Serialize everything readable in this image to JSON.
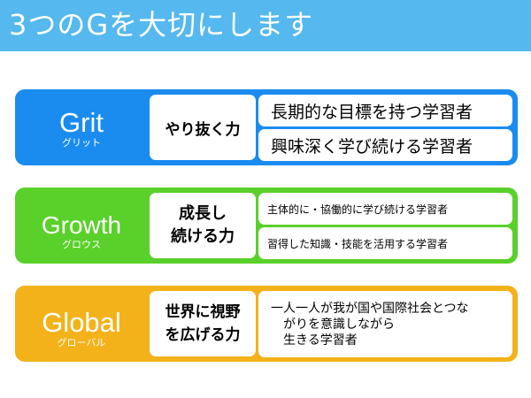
{
  "title": "3つのGを大切にします",
  "cards": [
    {
      "name": "Grit",
      "kana": "グリット",
      "ability": "やり抜く力",
      "learners": [
        "長期的な目標を持つ学習者",
        "興味深く学び続ける学習者"
      ]
    },
    {
      "name": "Growth",
      "kana": "グロウス",
      "ability_line1": "成長し",
      "ability_line2": "続ける力",
      "learners": [
        "主体的に・協働的に学び続ける学習者",
        "習得した知識・技能を活用する学習者"
      ]
    },
    {
      "name": "Global",
      "kana": "グローバル",
      "ability_line1": "世界に視野",
      "ability_line2": "を広げる力",
      "learner_line1": "一人一人が我が国や国際社会とつな",
      "learner_line2": "がりを意識しながら",
      "learner_line3": "生きる学習者"
    }
  ],
  "colors": {
    "title_bar": "#55b8ee",
    "grit": "#1a8cf0",
    "growth": "#5ad02a",
    "global": "#f3b21a"
  }
}
